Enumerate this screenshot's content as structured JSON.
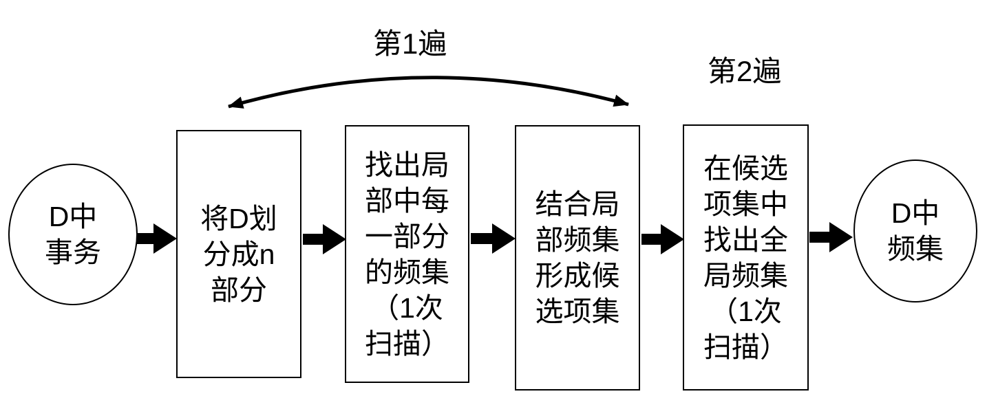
{
  "diagram": {
    "type": "flowchart",
    "background_color": "#ffffff",
    "stroke_color": "#000000",
    "text_color": "#000000",
    "pass_labels": {
      "pass1": "第1遍",
      "pass2": "第2遍"
    },
    "nodes": [
      {
        "id": "input",
        "shape": "ellipse",
        "label": "D中\n事务"
      },
      {
        "id": "step1",
        "shape": "rect",
        "label": "将D划\n分成n\n部分"
      },
      {
        "id": "step2",
        "shape": "rect",
        "label": "找出局\n部中每\n一部分\n的频集\n（1次\n扫描）"
      },
      {
        "id": "step3",
        "shape": "rect",
        "label": "结合局\n部频集\n形成候\n选项集"
      },
      {
        "id": "step4",
        "shape": "rect",
        "label": "在候选\n项集中\n找出全\n局频集\n（1次\n扫描）"
      },
      {
        "id": "output",
        "shape": "ellipse",
        "label": "D中\n频集"
      }
    ],
    "edges": [
      {
        "from": "input",
        "to": "step1"
      },
      {
        "from": "step1",
        "to": "step2"
      },
      {
        "from": "step2",
        "to": "step3"
      },
      {
        "from": "step3",
        "to": "step4"
      },
      {
        "from": "step4",
        "to": "output"
      }
    ],
    "span_arrows": [
      {
        "label": "第1遍",
        "spans": [
          "step1",
          "step2",
          "step3"
        ],
        "style": "curved-double-headed"
      },
      {
        "label": "第2遍",
        "spans": [
          "step4"
        ],
        "style": "label-only"
      }
    ]
  }
}
